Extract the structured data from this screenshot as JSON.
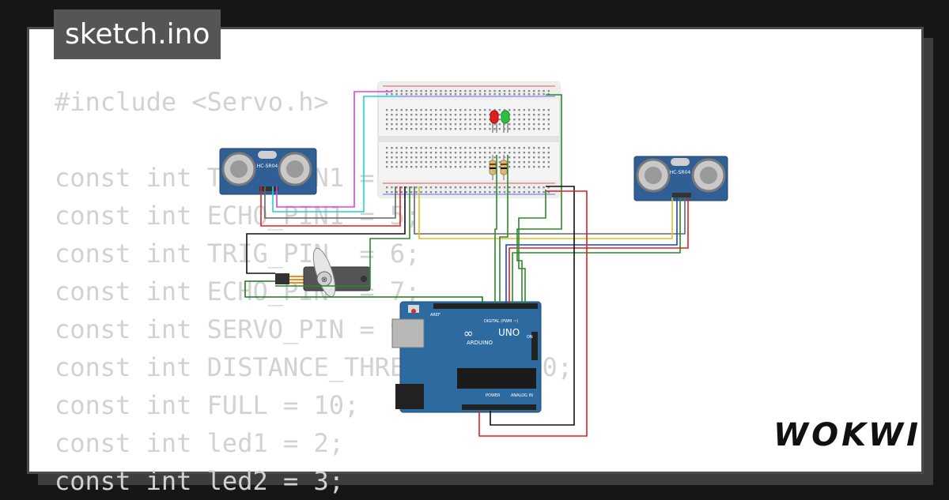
{
  "title": "sketch.ino",
  "code_lines": [
    "#include <Servo.h>",
    "",
    "const int TRIG_PIN1 = 4;",
    "const int ECHO_PIN1 = 5;",
    "const int TRIG_PIN  = 6;",
    "const int ECHO_PIN  = 7;",
    "const int SERVO_PIN = 9;",
    "const int DISTANCE_THRESHOLD = 50;",
    "const int FULL = 10;",
    "const int led1 = 2;",
    "const int led2 = 3;"
  ],
  "brand": "WOKWI",
  "components": {
    "sensor_label": "HC-SR04",
    "board_model": "UNO",
    "board_brand": "ARDUINO",
    "digital_label": "DIGITAL (PWM ~)",
    "power_label": "POWER",
    "analog_label": "ANALOG IN",
    "on_label": "ON",
    "aref_label": "AREF"
  },
  "colors": {
    "background": "#161616",
    "card": "#ffffff",
    "tab": "#555555",
    "code_text": "#d2d2d2",
    "arduino": "#2d6aa0",
    "led_red": "#e02020",
    "led_green": "#2fbf3f"
  }
}
